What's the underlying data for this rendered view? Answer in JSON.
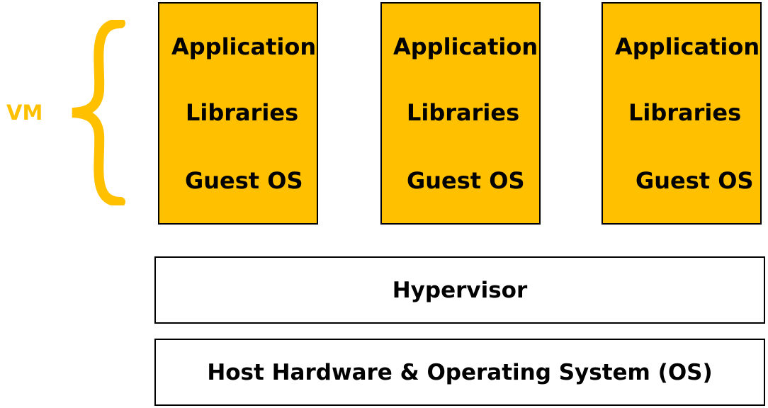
{
  "colors": {
    "accent": "#FFC000",
    "border": "#000000"
  },
  "vm_label": "VM",
  "brace_icon": "curly-brace-icon",
  "vms": [
    {
      "layers": [
        "Application",
        "Libraries",
        "Guest OS"
      ]
    },
    {
      "layers": [
        "Application",
        "Libraries",
        "Guest OS"
      ]
    },
    {
      "layers": [
        "Application",
        "Libraries",
        "Guest OS"
      ]
    }
  ],
  "hypervisor": "Hypervisor",
  "host": "Host Hardware & Operating System (OS)"
}
